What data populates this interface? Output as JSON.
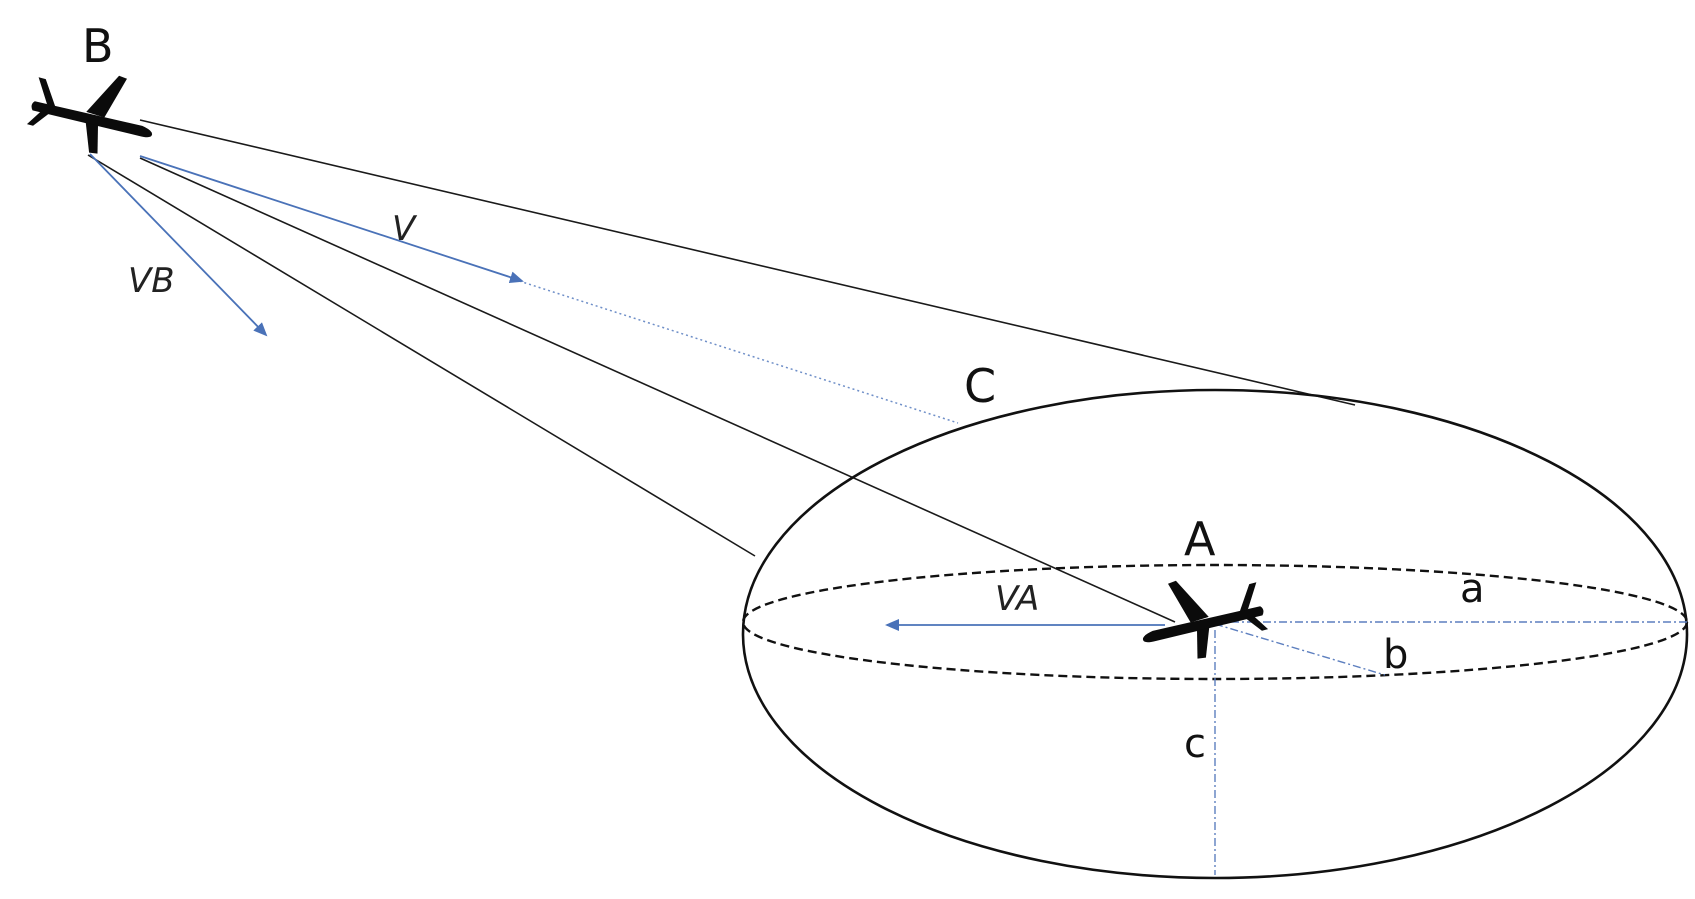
{
  "labels": {
    "B": "B",
    "C": "C",
    "A": "A",
    "V": "V",
    "VB": "VB",
    "VA": "VA",
    "a": "a",
    "b": "b",
    "c": "c"
  },
  "colors": {
    "vector": "#4a72b8",
    "lines": "#1a1a1a",
    "background": "#ffffff"
  },
  "icons": {
    "aircraft_B": "airplane-icon",
    "aircraft_A": "airplane-icon"
  }
}
